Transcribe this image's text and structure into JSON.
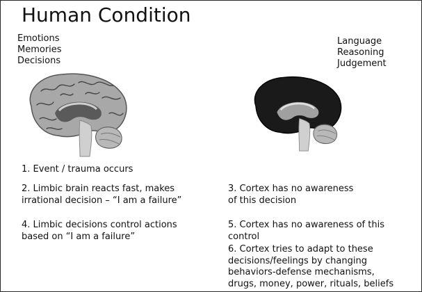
{
  "title": "Human Condition",
  "left_labels": [
    "Emotions",
    "Memories",
    "Decisions"
  ],
  "right_labels": [
    "Language",
    "Reasoning",
    "Judgement"
  ],
  "images": {
    "left": "grey-brain-icon with highlighted limbic system",
    "right": "dark-brain-icon with highlighted cortex"
  },
  "steps": [
    {
      "id": "step-1",
      "text": "1. Event / trauma occurs"
    },
    {
      "id": "step-2",
      "text": "2. Limbic brain reacts fast, makes\nirrational decision – “I am a failure”"
    },
    {
      "id": "step-3",
      "text": "3. Cortex has no awareness\nof this decision"
    },
    {
      "id": "step-4",
      "text": "4. Limbic decisions control actions\nbased on “I am a failure”"
    },
    {
      "id": "step-5",
      "text": "5. Cortex has no awareness of this\ncontrol"
    },
    {
      "id": "step-6",
      "text": "6. Cortex tries to adapt to these\ndecisions/feelings by changing\nbehaviors-defense mechanisms,\ndrugs, money, power, rituals, beliefs"
    }
  ],
  "colors": {
    "cortex_light": "#a8a8a8",
    "cortex_dark": "#1a1a1a",
    "limbic": "#5a5a5a",
    "cerebellum": "#b8b8b8",
    "brainstem": "#d0d0d0"
  }
}
